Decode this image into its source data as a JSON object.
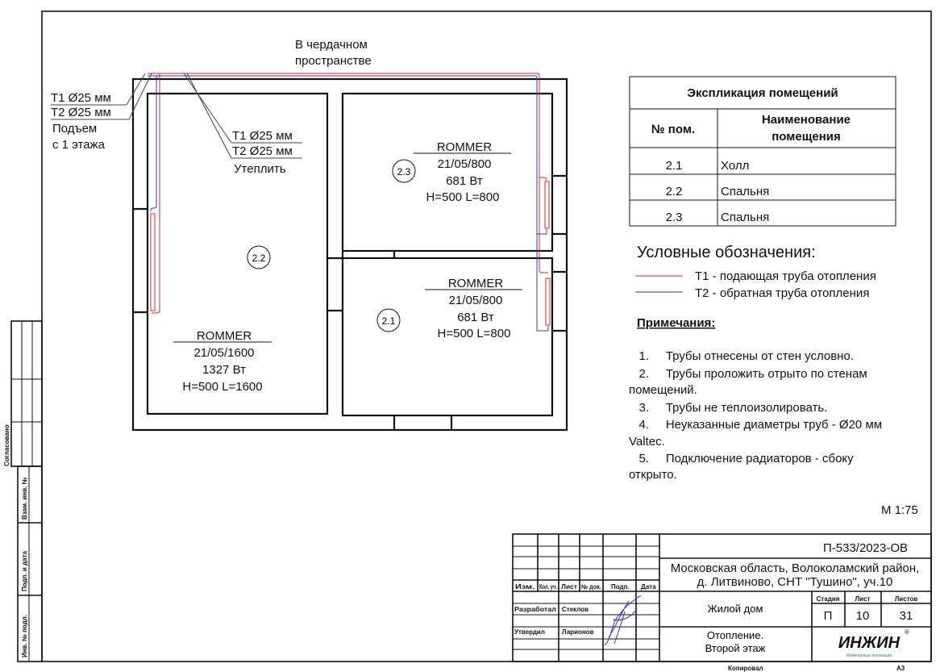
{
  "colors": {
    "supply": "#e02020",
    "return": "#3030e0",
    "logo": "#2e8b3a"
  },
  "plan": {
    "attic_note": [
      "В чердачном",
      "пространстве"
    ],
    "riser_left": {
      "t1": "Т1 Ø25 мм",
      "t2": "Т2 Ø25 мм",
      "note": [
        "Подъем",
        "с 1 этажа"
      ]
    },
    "riser_mid": {
      "t1": "Т1 Ø25 мм",
      "t2": "Т2 Ø25 мм",
      "note": "Утеплить"
    },
    "rooms": [
      {
        "tag": "2.2",
        "radiator": {
          "brand": "ROMMER",
          "model": "21/05/1600",
          "power": "1327 Вт",
          "size": "H=500 L=1600"
        }
      },
      {
        "tag": "2.3",
        "radiator": {
          "brand": "ROMMER",
          "model": "21/05/800",
          "power": "681 Вт",
          "size": "H=500 L=800"
        }
      },
      {
        "tag": "2.1",
        "radiator": {
          "brand": "ROMMER",
          "model": "21/05/800",
          "power": "681 Вт",
          "size": "H=500 L=800"
        }
      }
    ]
  },
  "explication": {
    "title": "Экспликация помещений",
    "col_num": "№ пом.",
    "col_name": [
      "Наименование",
      "помещения"
    ],
    "rows": [
      {
        "num": "2.1",
        "name": "Холл"
      },
      {
        "num": "2.2",
        "name": "Спальня"
      },
      {
        "num": "2.3",
        "name": "Спальня"
      }
    ]
  },
  "legend": {
    "title": "Условные обозначения:",
    "items": [
      {
        "label": "Т1 - подающая труба отопления"
      },
      {
        "label": "Т2 - обратная труба отопления"
      }
    ]
  },
  "notes": {
    "title": "Примечания:",
    "lines": [
      "   1.     Трубы отнесены от стен условно.",
      "   2.     Трубы проложить отрыто по стенам",
      "помещений.",
      "   3.     Трубы не теплоизолировать.",
      "   4.     Неуказанные диаметры труб - Ø20 мм",
      "Valtec.",
      "   5.     Подключение радиаторов - сбоку",
      "открыто."
    ]
  },
  "scale": "М 1:75",
  "side_stamp": {
    "agreed": "Согласовано",
    "labels": [
      "Взам. инв. №",
      "Подп. и дата",
      "Инв. № подл."
    ]
  },
  "title_block": {
    "doc_code": "П-533/2023-ОВ",
    "address": [
      "Московская область, Волоколамский район,",
      "д. Литвиново, СНТ \"Тушино\", уч.10"
    ],
    "object": "Жилой дом",
    "sheet_title": [
      "Отопление.",
      "Второй этаж"
    ],
    "headers": [
      "Изм.",
      "Кол. уч.",
      "Лист",
      "№ док.",
      "Подп.",
      "Дата"
    ],
    "people": [
      {
        "role": "Разработал",
        "name": "Стеклов"
      },
      {
        "role": "Утвердил",
        "name": "Ларионов"
      }
    ],
    "stage_label": "Стадия",
    "sheet_label": "Лист",
    "sheets_label": "Листов",
    "stage": "П",
    "sheet": "10",
    "sheets": "31",
    "logo": "ИНЖИН",
    "logo_sub": "Инженерные инновации",
    "copied": "Копировал",
    "format": "А3"
  }
}
